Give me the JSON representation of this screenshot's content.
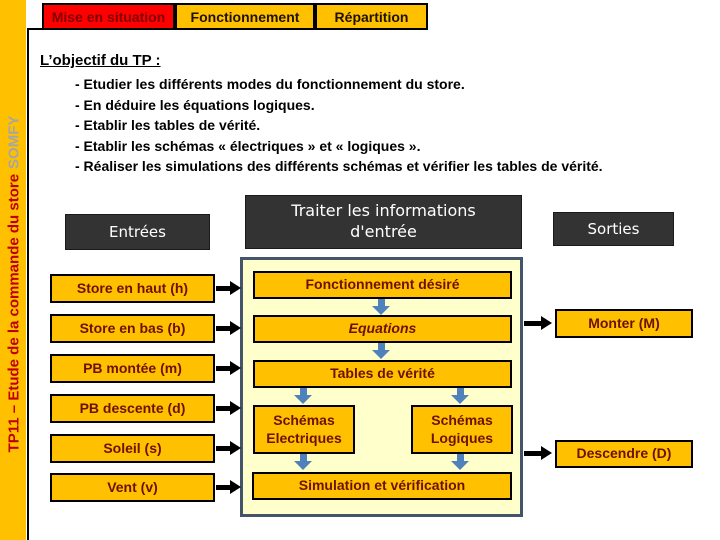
{
  "sidebar": {
    "title": "TP11 – Etude de la commande du store",
    "brand": "SOMFY"
  },
  "tabs": {
    "items": [
      {
        "label": "Mise en situation",
        "active": true
      },
      {
        "label": "Fonctionnement",
        "active": false
      },
      {
        "label": "Répartition",
        "active": false
      }
    ]
  },
  "objective": {
    "title": "L’objectif du TP :",
    "items": [
      "- Etudier les différents modes du fonctionnement du store.",
      "- En déduire les équations logiques.",
      "- Etablir les tables de vérité.",
      "- Etablir les schémas « électriques » et « logiques ».",
      "- Réaliser les simulations des différents schémas et vérifier les tables de vérité."
    ]
  },
  "diagram": {
    "stages": {
      "inputs": "Entrées",
      "process": "Traiter les informations d'entrée",
      "outputs": "Sorties"
    },
    "inputs": [
      "Store en haut (h)",
      "Store en bas (b)",
      "PB montée (m)",
      "PB descente (d)",
      "Soleil (s)",
      "Vent (v)"
    ],
    "process": {
      "step1": "Fonctionnement désiré",
      "step2": "Equations",
      "step3": "Tables de vérité",
      "branch_left": "Schémas Electriques",
      "branch_right": "Schémas Logiques",
      "final": "Simulation et vérification"
    },
    "outputs": [
      "Monter (M)",
      "Descendre (D)"
    ]
  },
  "colors": {
    "accent_yellow": "#FFC000",
    "active_tab_red": "#FF0000",
    "panel_cream": "#FFFFCC",
    "panel_border_slate": "#44546A",
    "dark_box_gray": "#333333",
    "flow_arrow_blue": "#4F81BD",
    "box_label_dark_red": "#6E1000",
    "sidebar_text_red": "#C00000",
    "brand_gray": "#A6A6A6"
  }
}
